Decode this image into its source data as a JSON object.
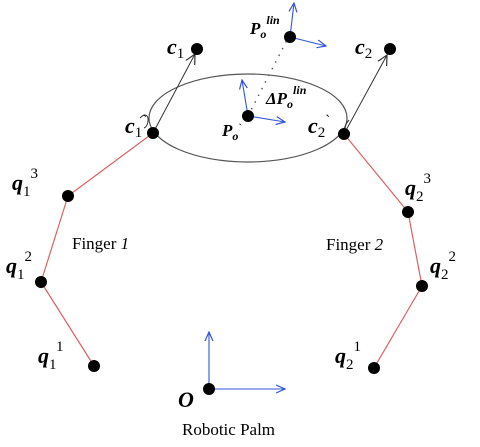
{
  "diagram": {
    "finger1_label": "Finger",
    "finger1_number": "1",
    "finger2_label": "Finger",
    "finger2_number": "2",
    "palm_label": "Robotic Palm",
    "origin_label": "O",
    "c1_label": "c",
    "c1_sub": "1",
    "c1p_label": "c",
    "c1p_sub": "1",
    "c1p_mark": "`",
    "c2_label": "c",
    "c2_sub": "2",
    "c2p_label": "c",
    "c2p_sub": "2",
    "c2p_mark": "`",
    "q11_label": "q",
    "q11_sub": "1",
    "q11_sup": "1",
    "q12_label": "q",
    "q12_sub": "1",
    "q12_sup": "2",
    "q13_label": "q",
    "q13_sub": "1",
    "q13_sup": "3",
    "q21_label": "q",
    "q21_sub": "2",
    "q21_sup": "1",
    "q22_label": "q",
    "q22_sub": "2",
    "q22_sup": "2",
    "q23_label": "q",
    "q23_sub": "2",
    "q23_sup": "3",
    "po_lin_label": "P",
    "po_lin_sub": "o",
    "po_lin_sup": "lin",
    "po_p_label": "P",
    "po_p_sub": "o",
    "po_p_mark": "`",
    "dpo_label": "ΔP",
    "dpo_sub": "o",
    "dpo_sup": "lin"
  },
  "colors": {
    "link": "#e06060",
    "frame": "#3355dd",
    "node": "#000000",
    "ellipse": "#555555"
  }
}
